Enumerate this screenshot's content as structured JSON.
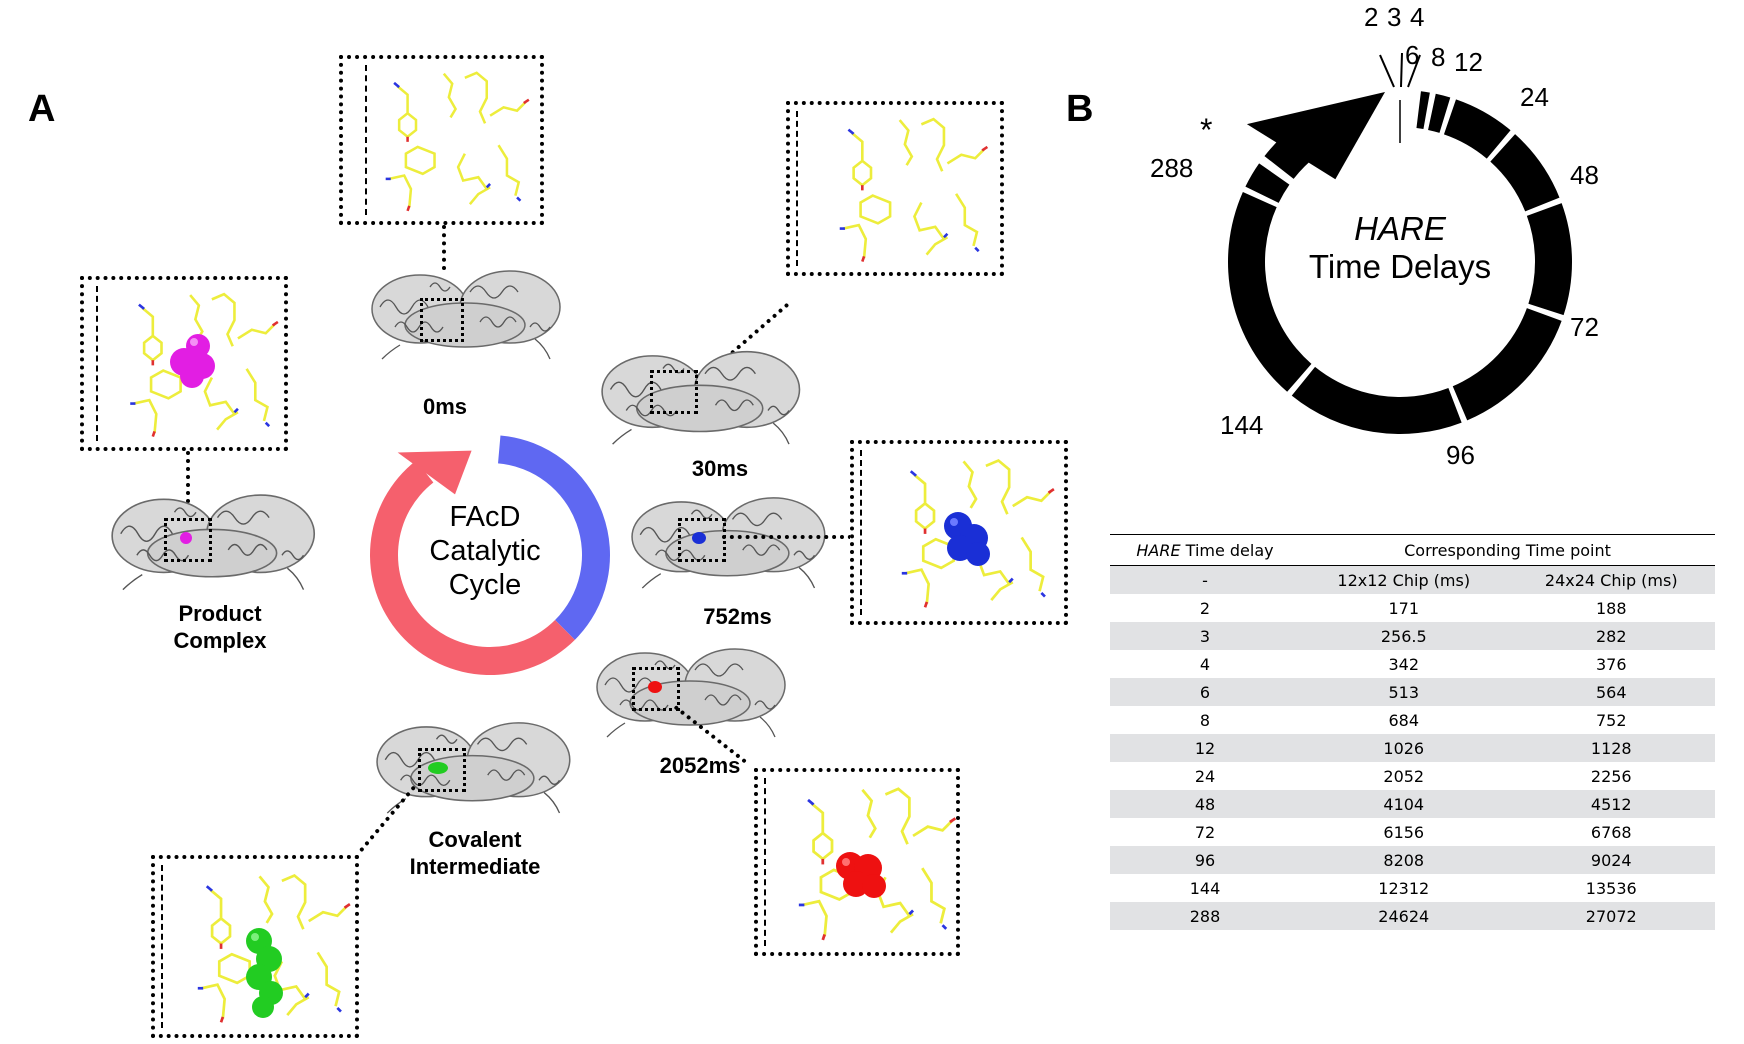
{
  "panels": {
    "a_label": "A",
    "b_label": "B"
  },
  "panel_a": {
    "cycle_title_lines": [
      "FAcD",
      "Catalytic",
      "Cycle"
    ],
    "colors": {
      "forward_arc": "#5f68f2",
      "return_arc": "#f5606d",
      "ligand_product": "#e21ee3",
      "ligand_752": "#1a2fd6",
      "ligand_2052": "#ee1111",
      "ligand_covalent": "#22cc22",
      "residue_sticks": "#eded3c",
      "protein_ribbon": "#c9c9c9"
    },
    "states": [
      {
        "id": "0ms",
        "label": "0ms",
        "ligand": "none"
      },
      {
        "id": "30ms",
        "label": "30ms",
        "ligand": "none"
      },
      {
        "id": "752ms",
        "label": "752ms",
        "ligand": "blue"
      },
      {
        "id": "2052ms",
        "label": "2052ms",
        "ligand": "red"
      },
      {
        "id": "covalent",
        "label_lines": [
          "Covalent",
          "Intermediate"
        ],
        "ligand": "green"
      },
      {
        "id": "product",
        "label_lines": [
          "Product",
          "Complex"
        ],
        "ligand": "magenta"
      }
    ]
  },
  "panel_b": {
    "center_title_italic": "HARE",
    "center_title": "Time Delays",
    "asterisk": "*",
    "tick_labels": [
      "2",
      "3",
      "4",
      "6",
      "8",
      "12",
      "24",
      "48",
      "72",
      "96",
      "144",
      "288"
    ],
    "table": {
      "header_col1_italic": "HARE",
      "header_col1": "Time delay",
      "header_group": "Corresponding Time point",
      "subheader": [
        "-",
        "12x12 Chip (ms)",
        "24x24 Chip (ms)"
      ],
      "rows": [
        [
          "2",
          "171",
          "188"
        ],
        [
          "3",
          "256.5",
          "282"
        ],
        [
          "4",
          "342",
          "376"
        ],
        [
          "6",
          "513",
          "564"
        ],
        [
          "8",
          "684",
          "752"
        ],
        [
          "12",
          "1026",
          "1128"
        ],
        [
          "24",
          "2052",
          "2256"
        ],
        [
          "48",
          "4104",
          "4512"
        ],
        [
          "72",
          "6156",
          "6768"
        ],
        [
          "96",
          "8208",
          "9024"
        ],
        [
          "144",
          "12312",
          "13536"
        ],
        [
          "288",
          "24624",
          "27072"
        ]
      ]
    }
  }
}
